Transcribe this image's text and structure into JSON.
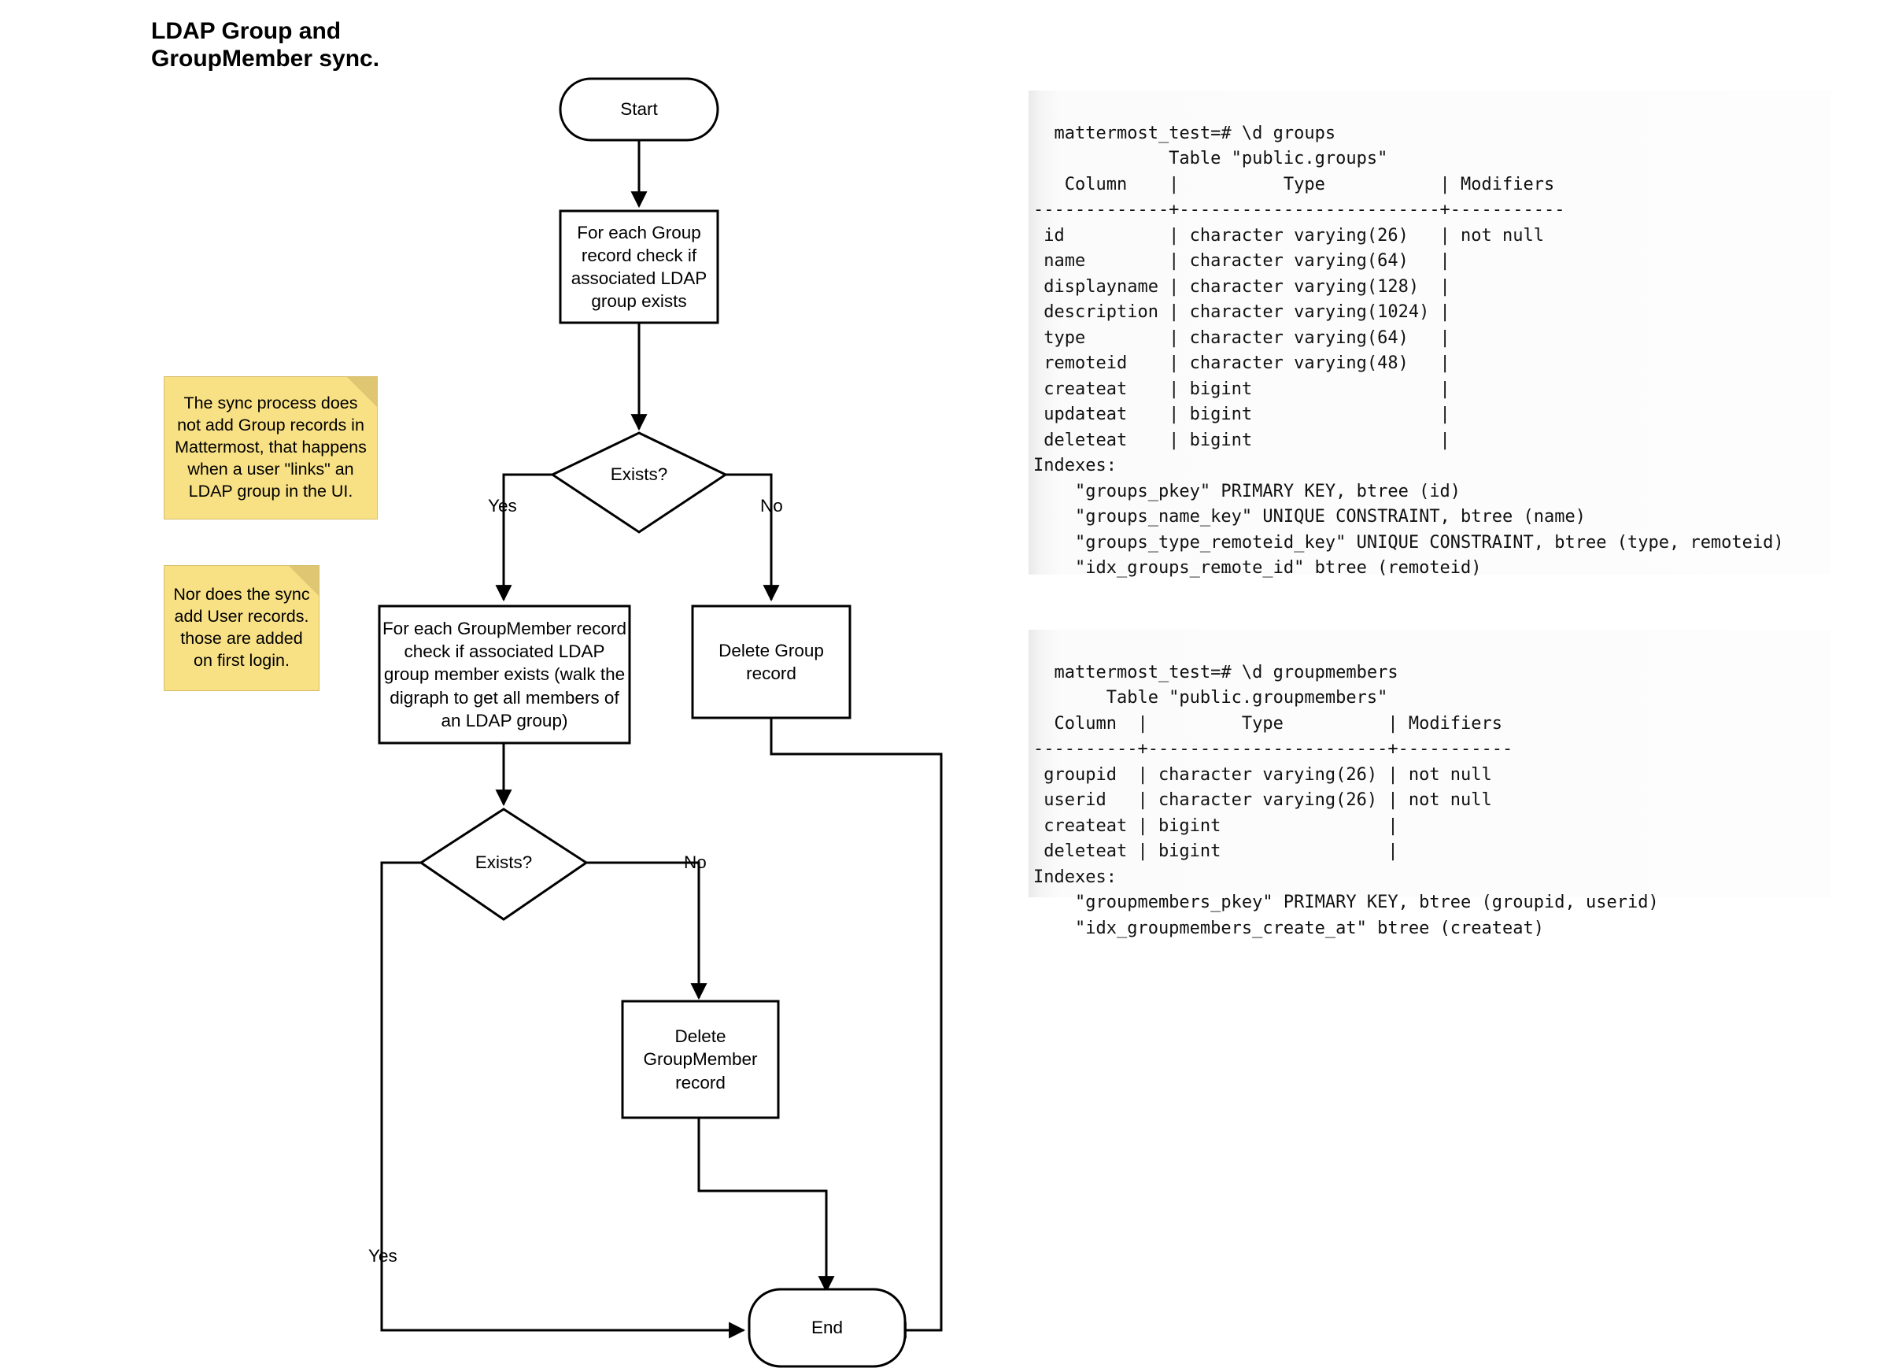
{
  "title": "LDAP Group and\nGroupMember sync.",
  "flowchart": {
    "nodes": {
      "start": "Start",
      "check_group": "For each Group\nrecord check if\nassociated LDAP\ngroup exists",
      "exists_group": "Exists?",
      "check_member": "For each GroupMember record\ncheck if associated LDAP\ngroup member exists (walk the\ndigraph to get all members of\nan LDAP group)",
      "delete_group": "Delete Group\nrecord",
      "exists_member": "Exists?",
      "delete_member": "Delete\nGroupMember\nrecord",
      "end": "End"
    },
    "edge_labels": {
      "group_yes": "Yes",
      "group_no": "No",
      "member_no": "No",
      "member_yes": "Yes"
    }
  },
  "sticky_notes": [
    {
      "id": "note-group-records",
      "text": "The sync process does\nnot add Group records in\nMattermost, that happens\nwhen a user \"links\" an\nLDAP group in the UI."
    },
    {
      "id": "note-user-records",
      "text": "Nor does the sync\nadd User records.\nthose are added\non first login."
    }
  ],
  "terminals": [
    {
      "id": "terminal-groups",
      "text": "mattermost_test=# \\d groups\n             Table \"public.groups\"\n   Column    |          Type           | Modifiers\n-------------+-------------------------+-----------\n id          | character varying(26)   | not null\n name        | character varying(64)   |\n displayname | character varying(128)  |\n description | character varying(1024) |\n type        | character varying(64)   |\n remoteid    | character varying(48)   |\n createat    | bigint                  |\n updateat    | bigint                  |\n deleteat    | bigint                  |\nIndexes:\n    \"groups_pkey\" PRIMARY KEY, btree (id)\n    \"groups_name_key\" UNIQUE CONSTRAINT, btree (name)\n    \"groups_type_remoteid_key\" UNIQUE CONSTRAINT, btree (type, remoteid)\n    \"idx_groups_remote_id\" btree (remoteid)",
      "cursor": "_"
    },
    {
      "id": "terminal-groupmembers",
      "text": "mattermost_test=# \\d groupmembers\n       Table \"public.groupmembers\"\n  Column  |         Type          | Modifiers\n----------+-----------------------+-----------\n groupid  | character varying(26) | not null\n userid   | character varying(26) | not null\n createat | bigint                |\n deleteat | bigint                |\nIndexes:\n    \"groupmembers_pkey\" PRIMARY KEY, btree (groupid, userid)\n    \"idx_groupmembers_create_at\" btree (createat)",
      "cursor": ""
    }
  ],
  "colors": {
    "sticky_fill": "#F8E184",
    "sticky_fold": "#DFC673",
    "stroke": "#000000",
    "terminal_bg": "#FAFAFA"
  }
}
